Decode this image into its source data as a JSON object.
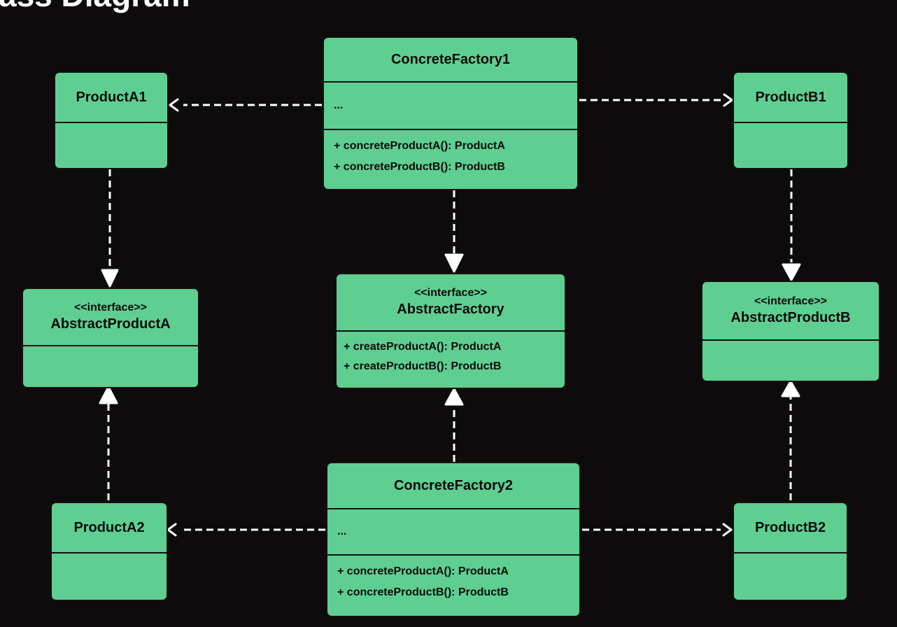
{
  "title": "Class Diagram",
  "colors": {
    "background": "#0d0b0b",
    "class_fill": "#5ecf91",
    "class_border": "#101010",
    "connector": "#ffffff"
  },
  "classes": {
    "concrete_factory_1": {
      "name": "ConcreteFactory1",
      "attributes": [
        "..."
      ],
      "methods": [
        "+ concreteProductA(): ProductA",
        "+ concreteProductB(): ProductB"
      ]
    },
    "concrete_factory_2": {
      "name": "ConcreteFactory2",
      "attributes": [
        "..."
      ],
      "methods": [
        "+ concreteProductA(): ProductA",
        "+ concreteProductB(): ProductB"
      ]
    },
    "abstract_factory": {
      "stereotype": "<<interface>>",
      "name": "AbstractFactory",
      "methods": [
        "+ createProductA(): ProductA",
        "+ createProductB(): ProductB"
      ]
    },
    "abstract_product_a": {
      "stereotype": "<<interface>>",
      "name": "AbstractProductA"
    },
    "abstract_product_b": {
      "stereotype": "<<interface>>",
      "name": "AbstractProductB"
    },
    "product_a1": {
      "name": "ProductA1"
    },
    "product_a2": {
      "name": "ProductA2"
    },
    "product_b1": {
      "name": "ProductB1"
    },
    "product_b2": {
      "name": "ProductB2"
    }
  },
  "relationships": [
    {
      "from": "ConcreteFactory1",
      "to": "ProductA1",
      "style": "dashed-arrow"
    },
    {
      "from": "ConcreteFactory1",
      "to": "ProductB1",
      "style": "dashed-arrow"
    },
    {
      "from": "ConcreteFactory1",
      "to": "AbstractFactory",
      "style": "dashed-arrow"
    },
    {
      "from": "ProductA1",
      "to": "AbstractProductA",
      "style": "dashed-arrow"
    },
    {
      "from": "ProductB1",
      "to": "AbstractProductB",
      "style": "dashed-arrow"
    },
    {
      "from": "ConcreteFactory2",
      "to": "AbstractFactory",
      "style": "dashed-arrow"
    },
    {
      "from": "ProductA2",
      "to": "AbstractProductA",
      "style": "dashed-arrow"
    },
    {
      "from": "ProductB2",
      "to": "AbstractProductB",
      "style": "dashed-arrow"
    },
    {
      "from": "ConcreteFactory2",
      "to": "ProductA2",
      "style": "dashed-arrow"
    },
    {
      "from": "ConcreteFactory2",
      "to": "ProductB2",
      "style": "dashed-arrow"
    }
  ]
}
